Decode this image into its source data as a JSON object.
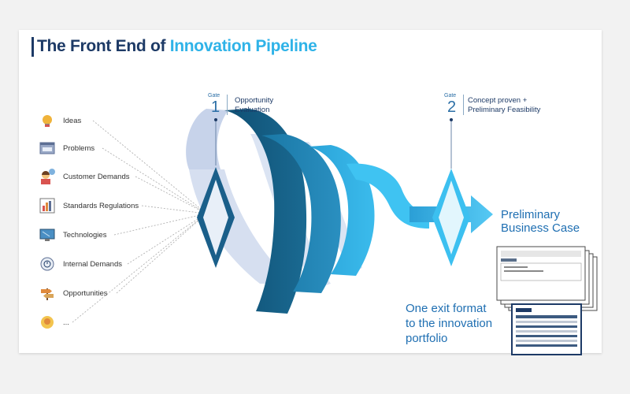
{
  "title": {
    "main": "The Front End of ",
    "accent": "Innovation Pipeline"
  },
  "inputs": [
    {
      "label": "Ideas",
      "icon": "lightbulb-icon"
    },
    {
      "label": "Problems",
      "icon": "browser-window-icon"
    },
    {
      "label": "Customer Demands",
      "icon": "customer-person-icon"
    },
    {
      "label": "Standards Regulations",
      "icon": "bar-chart-icon"
    },
    {
      "label": "Technologies",
      "icon": "monitor-icon"
    },
    {
      "label": "Internal Demands",
      "icon": "clock-head-icon"
    },
    {
      "label": "Opportunities",
      "icon": "signpost-icon"
    },
    {
      "label": "...",
      "icon": "brain-head-icon"
    }
  ],
  "gate1": {
    "word": "Gate",
    "number": "1",
    "text_line1": "Opportunity",
    "text_line2": "Evaluation"
  },
  "gate2": {
    "word": "Gate",
    "number": "2",
    "text_line1": "Concept proven +",
    "text_line2": "Preliminary Feasibility"
  },
  "output": {
    "line1": "Preliminary",
    "line2": "Business Case"
  },
  "exit": {
    "line1": "One exit format",
    "line2": "to the innovation",
    "line3": "portfolio"
  },
  "colors": {
    "title_dark": "#1d3a66",
    "title_accent": "#2fb3e8",
    "spiral_dark": "#1a6a92",
    "spiral_light": "#3fc3f2",
    "output_text": "#1f6fb2"
  }
}
